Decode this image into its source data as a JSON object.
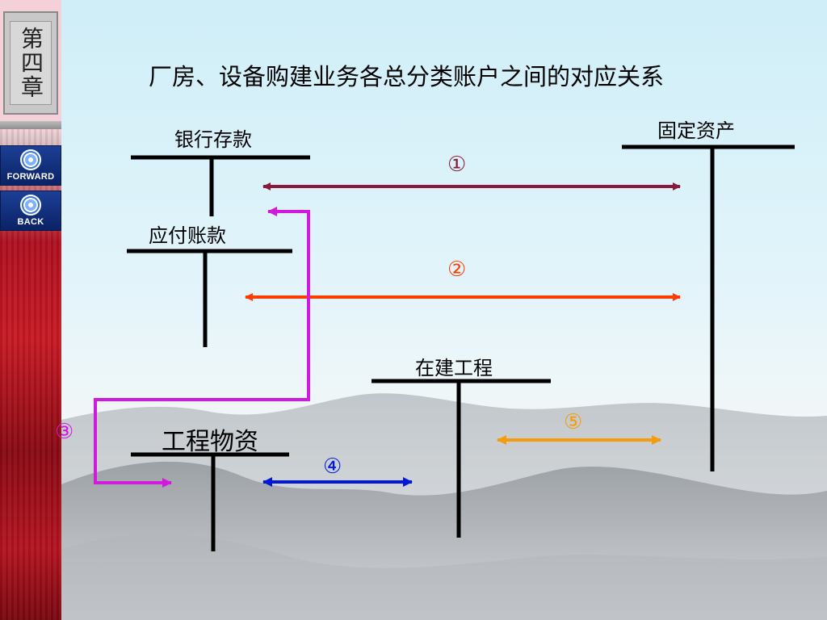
{
  "slide": {
    "title": "厂房、设备购建业务各总分类账户之间的对应关系"
  },
  "sidebar": {
    "chapter_label": "第四章",
    "forward_label": "FORWARD",
    "back_label": "BACK"
  },
  "accounts": {
    "bank_deposit": "银行存款",
    "fixed_assets": "固定资产",
    "accounts_payable": "应付账款",
    "construction_in_progress": "在建工程",
    "engineering_materials": "工程物资"
  },
  "flows": [
    {
      "marker": "①",
      "color": "#8b1a3a"
    },
    {
      "marker": "②",
      "color": "#ff3d00"
    },
    {
      "marker": "③",
      "color": "#d21adf"
    },
    {
      "marker": "④",
      "color": "#0018d8"
    },
    {
      "marker": "⑤",
      "color": "#f59c0a"
    }
  ]
}
